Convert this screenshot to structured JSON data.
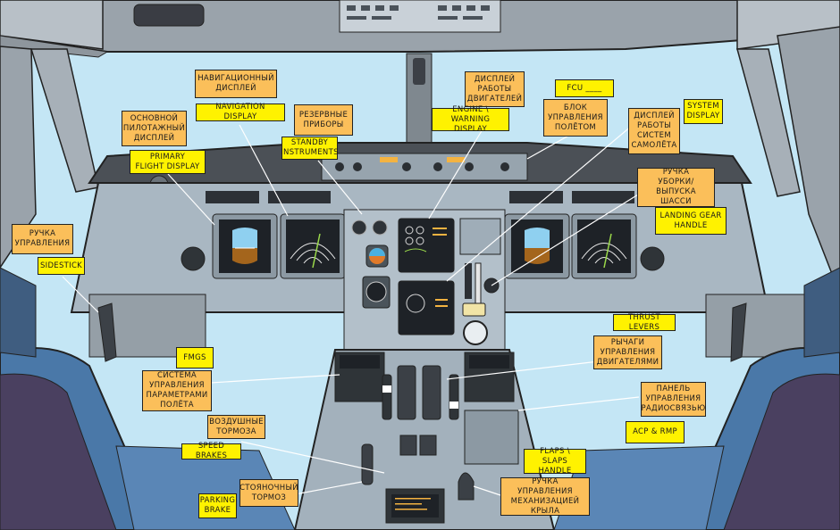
{
  "title": "Airbus cockpit layout — bilingual callouts",
  "colors": {
    "russian_label_bg": "#fbbf5a",
    "english_label_bg": "#fff200",
    "sky": "#bfe3f3",
    "panel": "#a9b7c2",
    "panel_dark": "#3d4247",
    "seat_blue": "#4a78a8",
    "screen_bg": "#1e2227"
  },
  "callouts": [
    {
      "id": "nd",
      "ru": "Навигационный\nдисплей",
      "en": "Navigation Display"
    },
    {
      "id": "pfd",
      "ru": "Основной\nпилотажный\nдисплей",
      "en": "Primary\nFlight Display"
    },
    {
      "id": "standby",
      "ru": "Резервные\nприборы",
      "en": "Standby\nInstruments"
    },
    {
      "id": "ewd",
      "ru": "Дисплей\nработы\nдвигателей",
      "en": "Engine \\ Warning\nDisplay"
    },
    {
      "id": "fcu",
      "ru": "Блок\nуправления\nполётом",
      "en": "FCU ____"
    },
    {
      "id": "sd",
      "ru": "Дисплей\nработы\nсистем\nсамолёта",
      "en": "System\nDisplay"
    },
    {
      "id": "gear",
      "ru": "Ручка\nуборки/выпуска\nшасси",
      "en": "Landing Gear\nHandle"
    },
    {
      "id": "sidestick",
      "ru": "Ручка\nуправления",
      "en": "Sidestick"
    },
    {
      "id": "thrust",
      "ru": "Рычаги\nуправления\nдвигателями",
      "en": "Thrust Levers"
    },
    {
      "id": "acp",
      "ru": "Панель\nуправления\nрадиосвязью",
      "en": "ACP & RMP"
    },
    {
      "id": "fmgs",
      "ru": "Система\nуправления\nпараметрами\nполёта",
      "en": "FMGS"
    },
    {
      "id": "speedbrake",
      "ru": "Воздушные\nтормоза",
      "en": "Speed Brakes"
    },
    {
      "id": "parking",
      "ru": "Стояночный\nтормоз",
      "en": "Parking\nBrake"
    },
    {
      "id": "flaps",
      "ru": "Ручка управления\nмеханизацией\nкрыла",
      "en": "Flaps \\ Slaps\nHandle"
    }
  ]
}
